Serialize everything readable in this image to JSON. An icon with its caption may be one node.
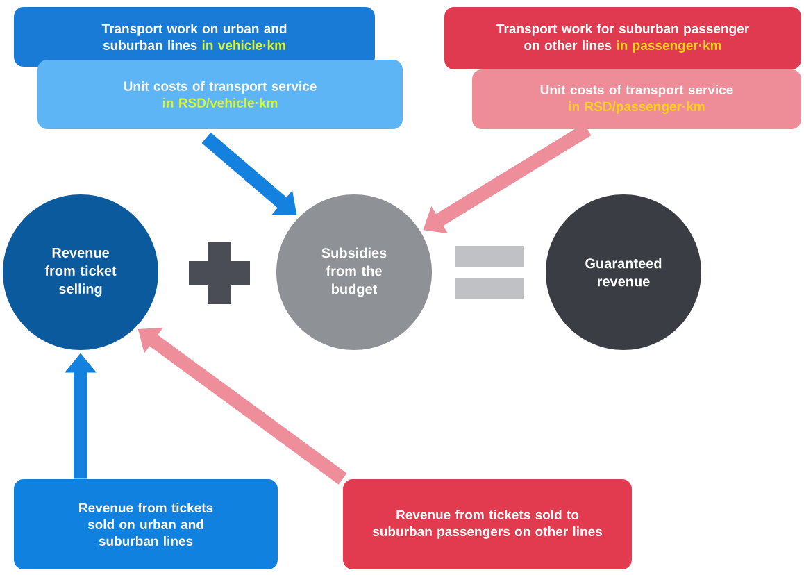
{
  "diagram": {
    "nodes": [
      {
        "text": [
          "Transport work on urban and suburban lines",
          "in vehicle·km"
        ]
      },
      {
        "text": [
          "Unit costs of transport service",
          "in RSD/vehicle·km"
        ]
      },
      {
        "text": [
          "Transport work for suburban passenger on other lines",
          "in passenger·km"
        ]
      },
      {
        "text": [
          "Unit costs of transport service",
          "in RSD/passenger·km"
        ]
      },
      {
        "text": [
          "Revenue from ticket selling"
        ]
      },
      {
        "text": [
          "Subsidies from the budget"
        ]
      },
      {
        "text": [
          "Guaranteed revenue"
        ]
      },
      {
        "text": [
          "Revenue from tickets sold on urban and suburban lines"
        ]
      },
      {
        "text": [
          "Revenue from tickets sold to suburban passengers on other lines"
        ]
      }
    ],
    "edges": [
      {
        "from": 1,
        "to": 5,
        "arrow": "to",
        "color": "#1581de"
      },
      {
        "from": 3,
        "to": 5,
        "arrow": "to",
        "color": "#ee8e9a"
      },
      {
        "from": 7,
        "to": 4,
        "arrow": "to",
        "color": "#1581de"
      },
      {
        "from": 8,
        "to": 4,
        "arrow": "to",
        "color": "#ee8e9a"
      }
    ]
  }
}
